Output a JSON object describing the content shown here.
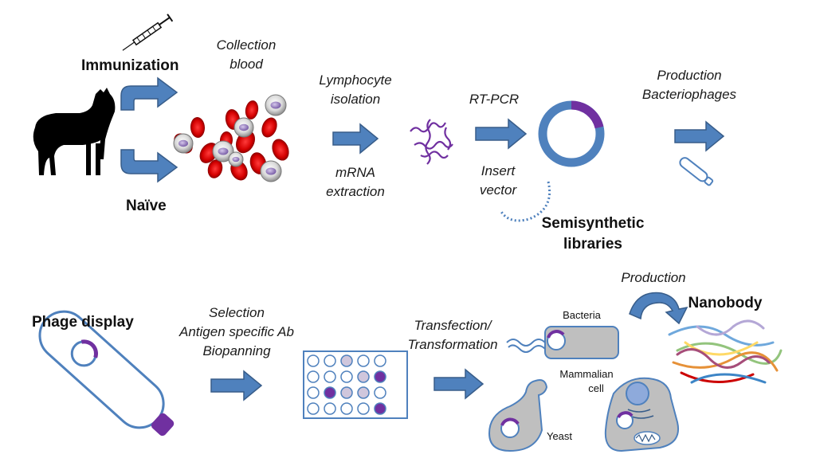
{
  "labels": {
    "immunization": "Immunization",
    "naive": "Naïve",
    "collection_blood": [
      "Collection",
      "blood"
    ],
    "lymphocyte_isolation": [
      "Lymphocyte",
      "isolation"
    ],
    "mrna_extraction": [
      "mRNA",
      "extraction"
    ],
    "rt_pcr": "RT-PCR",
    "insert_vector": [
      "Insert",
      "vector"
    ],
    "production_bacteriophages": [
      "Production",
      "Bacteriophages"
    ],
    "semisynthetic_libraries": [
      "Semisynthetic",
      "libraries"
    ],
    "phage_display": "Phage display",
    "selection": [
      "Selection",
      "Antigen specific Ab",
      "Biopanning"
    ],
    "transfection": [
      "Transfection/",
      "Transformation"
    ],
    "bacteria": "Bacteria",
    "mammalian_cell": [
      "Mammalian",
      "cell"
    ],
    "yeast": "Yeast",
    "production": "Production",
    "nanobody": "Nanobody"
  },
  "colors": {
    "arrow": "#4f81bd",
    "arrow_stroke": "#385d8a",
    "purple": "#7030a0",
    "red_cell": "#cc0000",
    "grey_cell": "#bfbfbf",
    "ring": "#4f81bd"
  },
  "icons": [
    "syringe-icon",
    "llama-icon",
    "blood-cells-icon",
    "rna-strand-icon",
    "plasmid-icon",
    "phage-icon",
    "phage-display-icon",
    "well-plate-icon",
    "bacteria-icon",
    "yeast-icon",
    "mammalian-cell-icon",
    "nanobody-protein-icon"
  ],
  "well_plate": {
    "rows": 4,
    "cols": 5,
    "filled_purple": [
      [
        1,
        4
      ],
      [
        2,
        1
      ],
      [
        3,
        4
      ]
    ],
    "filled_grey": [
      [
        0,
        2
      ],
      [
        1,
        3
      ],
      [
        2,
        2
      ],
      [
        2,
        3
      ]
    ]
  }
}
